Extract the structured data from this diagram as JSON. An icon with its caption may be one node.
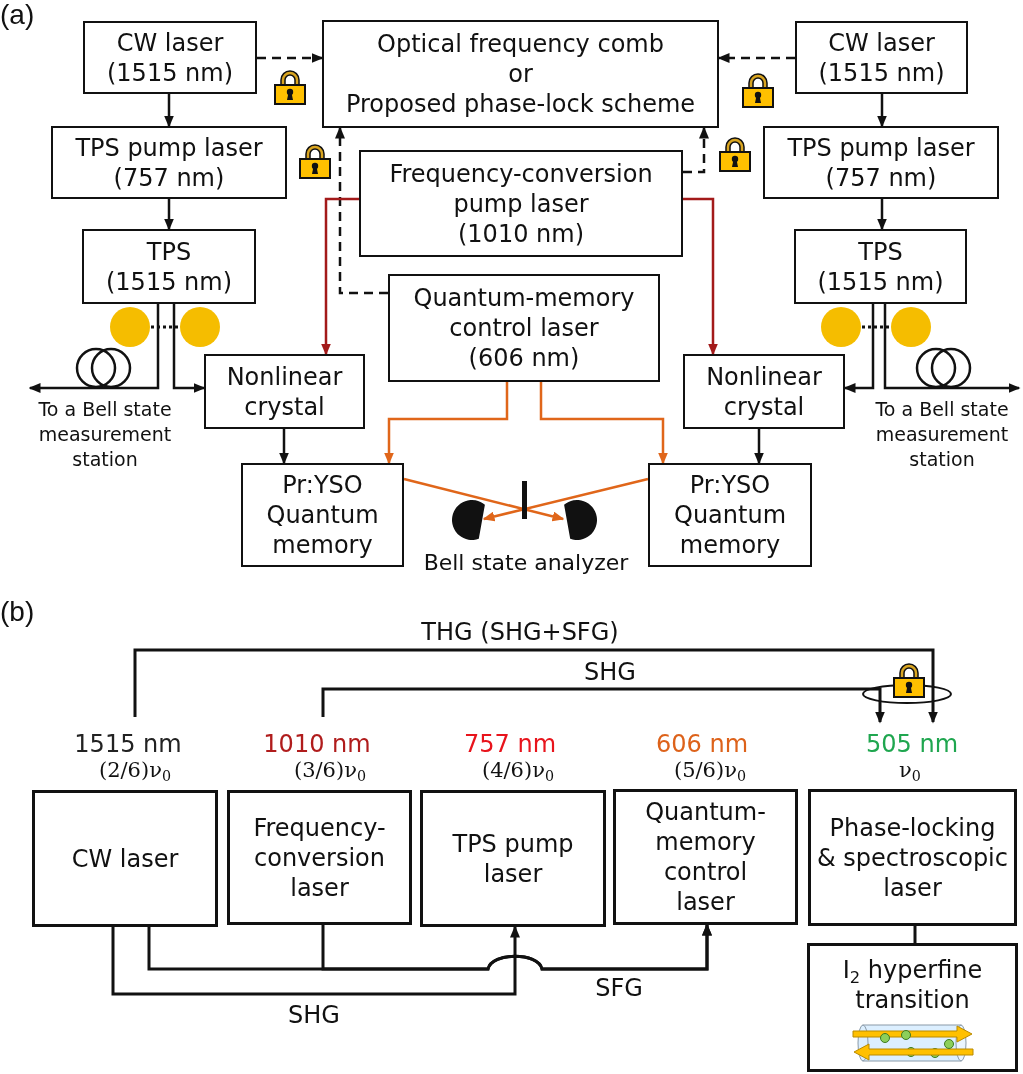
{
  "diagram": {
    "nodes": [
      {
        "text": [
          "CW laser",
          "(1515 nm)"
        ]
      },
      {
        "text": [
          "Optical frequency comb",
          "or",
          "Proposed phase-lock scheme"
        ]
      },
      {
        "text": [
          "CW laser",
          "(1515 nm)"
        ]
      },
      {
        "text": [
          "TPS pump laser",
          "(757 nm)"
        ]
      },
      {
        "text": [
          "Frequency-conversion pump laser",
          "(1010 nm)"
        ]
      },
      {
        "text": [
          "TPS pump laser",
          "(757 nm)"
        ]
      },
      {
        "text": [
          "TPS",
          "(1515 nm)"
        ]
      },
      {
        "text": [
          "TPS",
          "(1515 nm)"
        ]
      },
      {
        "text": [
          "Quantum-memory control laser",
          "(606 nm)"
        ]
      },
      {
        "text": [
          "Nonlinear crystal"
        ]
      },
      {
        "text": [
          "Nonlinear crystal"
        ]
      },
      {
        "text": [
          "To a Bell state measurement station"
        ]
      },
      {
        "text": [
          "To a Bell state measurement station"
        ]
      },
      {
        "text": [
          "Pr:YSO Quantum memory"
        ]
      },
      {
        "text": [],
        "shape": "circle"
      },
      {
        "text": [],
        "shape": "circle"
      },
      {
        "text": [
          "Pr:YSO Quantum memory"
        ]
      },
      {
        "text": [
          "CW laser"
        ],
        "beside": [
          "1515 nm",
          "(2/6)ν$_{0}$"
        ]
      },
      {
        "text": [
          "Frequency-conversion laser"
        ],
        "beside": [
          "1010 nm",
          "(3/6)ν$_{0}$"
        ]
      },
      {
        "text": [
          "TPS pump laser"
        ],
        "beside": [
          "757 nm",
          "(4/6)ν$_{0}$"
        ]
      },
      {
        "text": [
          "Quantum-memory control laser"
        ],
        "beside": [
          "606 nm",
          "(5/6)ν$_{0}$"
        ]
      },
      {
        "text": [
          "Phase-locking & spectroscopic laser"
        ],
        "beside": [
          "505 nm",
          "ν$_{0}$"
        ]
      },
      {
        "text": [
          "I$_{2}$ hyperfine transition"
        ]
      }
    ],
    "edges": [
      {
        "from": 0,
        "to": 1,
        "arrow": "to",
        "style": "dashed"
      },
      {
        "from": 2,
        "to": 1,
        "arrow": "to",
        "style": "dashed"
      },
      {
        "from": 0,
        "to": 3,
        "arrow": "to"
      },
      {
        "from": 2,
        "to": 5,
        "arrow": "to"
      },
      {
        "from": 4,
        "to": 1,
        "arrow": "to",
        "style": "dashed"
      },
      {
        "from": 8,
        "to": 1,
        "arrow": "to",
        "style": "dashed"
      },
      {
        "from": 3,
        "to": 6,
        "arrow": "to"
      },
      {
        "from": 5,
        "to": 7,
        "arrow": "to"
      },
      {
        "from": 4,
        "to": 9,
        "arrow": "to",
        "color": "#a31a1a"
      },
      {
        "from": 4,
        "to": 10,
        "arrow": "to",
        "color": "#a31a1a"
      },
      {
        "from": 6,
        "to": 11,
        "arrow": "to"
      },
      {
        "from": 6,
        "to": 9,
        "arrow": "to"
      },
      {
        "from": 7,
        "to": 10,
        "arrow": "to"
      },
      {
        "from": 7,
        "to": 12,
        "arrow": "to"
      },
      {
        "from": 9,
        "to": 13,
        "arrow": "to"
      },
      {
        "from": 10,
        "to": 16,
        "arrow": "to"
      },
      {
        "from": 8,
        "to": 13,
        "arrow": "to",
        "color": "#e0661a"
      },
      {
        "from": 8,
        "to": 16,
        "arrow": "to",
        "color": "#e0661a"
      },
      {
        "from": 13,
        "to": 15,
        "arrow": "to",
        "color": "#e0661a"
      },
      {
        "from": 16,
        "to": 14,
        "arrow": "to",
        "color": "#e0661a"
      },
      {
        "from": 17,
        "to": 21,
        "arrow": "to",
        "label": "THG (SHG+SFG)"
      },
      {
        "from": 18,
        "to": 21,
        "arrow": "to",
        "label": "SHG"
      },
      {
        "from": 17,
        "to": 19,
        "arrow": "to",
        "label": "SHG"
      },
      {
        "from": 17,
        "to": 20,
        "arrow": "to",
        "label": "SFG"
      },
      {
        "from": 18,
        "to": 20,
        "arrow": "to"
      },
      {
        "from": 21,
        "to": 22,
        "arrow": "none"
      }
    ],
    "labels": [
      "(a)",
      "Bell state analyzer",
      "(b)"
    ]
  }
}
